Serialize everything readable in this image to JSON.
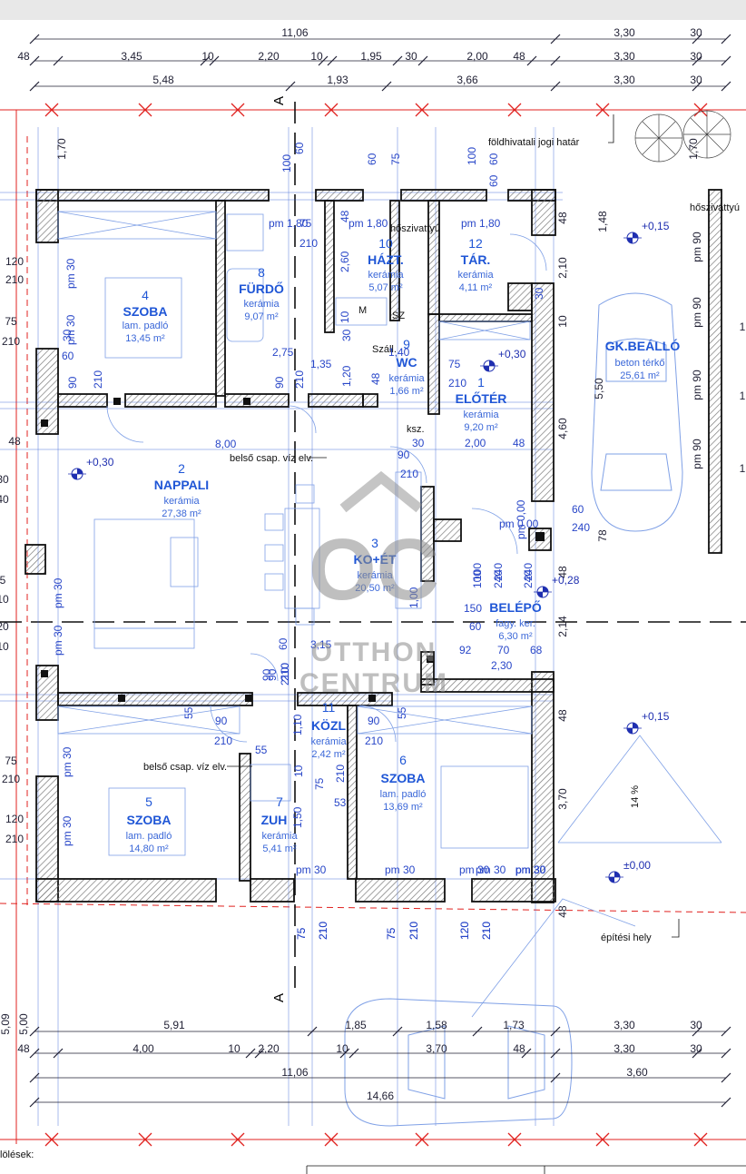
{
  "dims_top": {
    "row1": [
      "11,06",
      "3,30",
      "30"
    ],
    "row2": [
      "48",
      "3,45",
      "10",
      "2,20",
      "10",
      "1,95",
      "30",
      "2,00",
      "48",
      "3,30",
      "30"
    ],
    "row3": [
      "5,48",
      "1,93",
      "3,66",
      "3,30",
      "30"
    ]
  },
  "dims_bottom": {
    "row1": [
      "5,91",
      "1,85",
      "1,58",
      "1,73",
      "3,30",
      "30"
    ],
    "row2": [
      "48",
      "4,00",
      "10",
      "2,20",
      "10",
      "3,70",
      "48",
      "3,30",
      "30"
    ],
    "row3": [
      "11,06",
      "3,60"
    ],
    "row4": [
      "14,66"
    ]
  },
  "left_dims": [
    "1,70",
    "120",
    "210",
    "75",
    "210",
    "48",
    "30",
    "40",
    "5",
    "10",
    "20",
    "10",
    "75",
    "210",
    "120",
    "210",
    "5,09",
    "5,00"
  ],
  "right_dims": [
    "1,70",
    "48",
    "1,48",
    "2,10",
    "10",
    "4,60",
    "5,50",
    "78",
    "48",
    "2,14",
    "48",
    "3,70",
    "48"
  ],
  "right_edge_labels": [
    "pm 90",
    "pm 90",
    "pm 90",
    "pm 90",
    "1",
    "1",
    "1"
  ],
  "rooms": [
    {
      "num": "4",
      "name": "SZOBA",
      "floor": "lam. padló",
      "area": "13,45 m²"
    },
    {
      "num": "8",
      "name": "FÜRDŐ",
      "floor": "kerámia",
      "area": "9,07 m²"
    },
    {
      "num": "10",
      "name": "HÁZT.",
      "floor": "kerámia",
      "area": "5,07 m²"
    },
    {
      "num": "12",
      "name": "TÁR.",
      "floor": "kerámia",
      "area": "4,11 m²"
    },
    {
      "num": "9",
      "name": "WC",
      "floor": "kerámia",
      "area": "1,66 m²"
    },
    {
      "num": "1",
      "name": "ELŐTÉR",
      "floor": "kerámia",
      "area": "9,20 m²"
    },
    {
      "num": "2",
      "name": "NAPPALI",
      "floor": "kerámia",
      "area": "27,38 m²"
    },
    {
      "num": "3",
      "name": "KO+ÉT",
      "floor": "kerámia",
      "area": "20,50 m²"
    },
    {
      "num": "",
      "name": "BELÉPŐ",
      "floor": "fagy. ker.",
      "area": "6,30 m²"
    },
    {
      "num": "5",
      "name": "SZOBA",
      "floor": "lam. padló",
      "area": "14,80 m²"
    },
    {
      "num": "7",
      "name": "ZUH",
      "floor": "kerámia",
      "area": "5,41 m²"
    },
    {
      "num": "11",
      "name": "KÖZL",
      "floor": "kerámia",
      "area": "2,42 m²"
    },
    {
      "num": "6",
      "name": "SZOBA",
      "floor": "lam. padló",
      "area": "13,69 m²"
    },
    {
      "num": "",
      "name": "GK.BEÁLLÓ",
      "floor": "beton térkő",
      "area": "25,61 m²"
    }
  ],
  "blue_labels": [
    "pm 1,80",
    "pm 1,80",
    "pm 1,80",
    "75",
    "210",
    "48",
    "2,60",
    "10",
    "30",
    "60",
    "100",
    "60",
    "75",
    "60",
    "2,75",
    "1,35",
    "1,40",
    "30",
    "1,20",
    "48",
    "75",
    "210",
    "90",
    "210",
    "90",
    "210",
    "60",
    "30",
    "8,00",
    "2,00",
    "48",
    "90",
    "210",
    "30",
    "pm 30",
    "pm 30",
    "pm 30",
    "pm 30",
    "pm 30",
    "pm 30",
    "pm 0,00",
    "pm 0,00",
    "60",
    "240",
    "100",
    "240",
    "240",
    "150",
    "60",
    "1,00",
    "92",
    "70",
    "68",
    "2,30",
    "3,15",
    "90",
    "210",
    "55",
    "90",
    "210",
    "90",
    "55",
    "210",
    "1,10",
    "55",
    "10",
    "75",
    "210",
    "53",
    "1,50",
    "pm 30",
    "pm 30",
    "pm 30",
    "pm 30",
    "75",
    "210",
    "75",
    "210",
    "120",
    "210",
    "100",
    "60",
    "pm 30",
    "pm 30",
    "90",
    "210",
    "60",
    "75",
    "210",
    "75",
    "210",
    "120",
    "210",
    "100",
    "240",
    "240",
    "210",
    "pm 30",
    "pm 30"
  ],
  "levels": [
    "+0,15",
    "+0,30",
    "+0,30",
    "+0,28",
    "+0,15",
    "±0,00"
  ],
  "notes": {
    "boundary": "földhivatali jogi határ",
    "building_zone": "építési hely",
    "water1": "belső csap. víz elv.",
    "water2": "belső csap. víz elv.",
    "section_a": "A",
    "section_a2": "A",
    "slope": "14 %",
    "legend": "lölések:",
    "small1": "hőszivattyú",
    "small2": "hőszivattyú",
    "small3": "Száll.",
    "small4": "ksz.",
    "small5": "M",
    "small6": "SZ"
  },
  "watermark": {
    "logo": "OC",
    "line1": "OTTHON",
    "line2": "CENTRUM"
  },
  "colors": {
    "wall": "#1a1a1a",
    "hatch": "#8a8a8a",
    "dim": "#1f1f33",
    "blue": "#1f56d6",
    "red": "#e0211f"
  }
}
